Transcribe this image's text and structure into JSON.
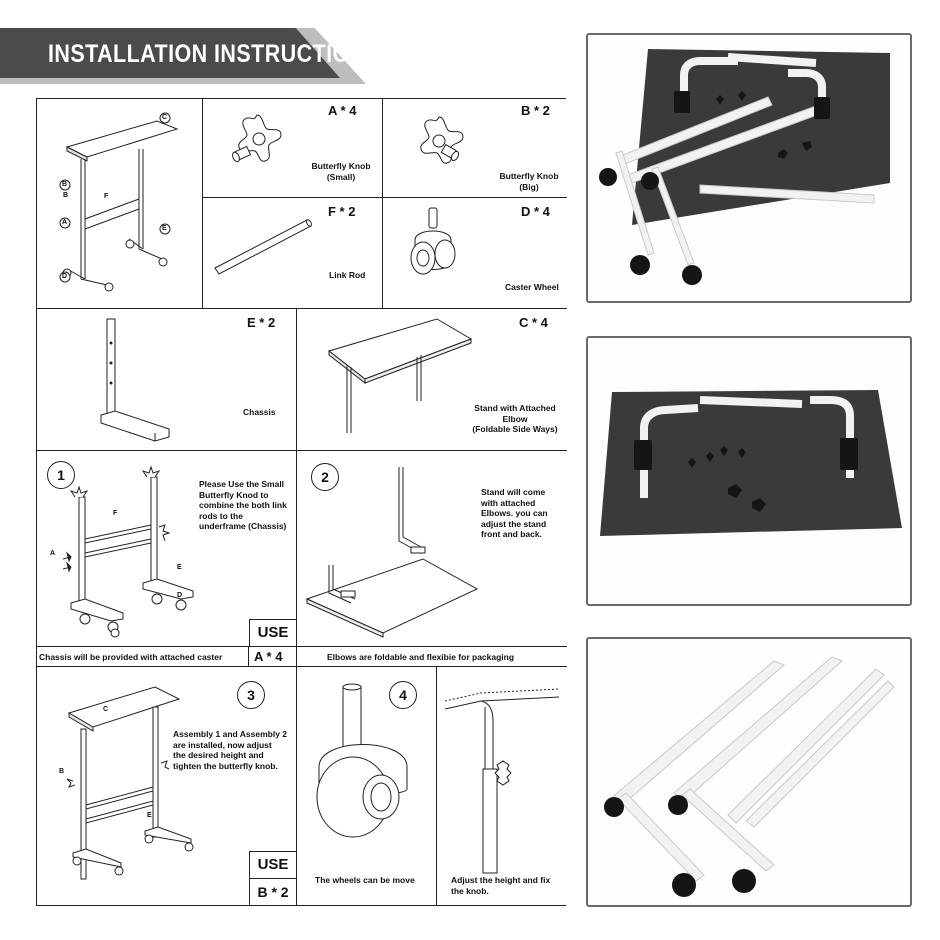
{
  "header": {
    "title": "INSTALLATION INSTRUCTION"
  },
  "parts": {
    "overview_labels": [
      "C",
      "B",
      "B",
      "F",
      "A",
      "E",
      "D"
    ],
    "a": {
      "code": "A * 4",
      "name": "Butterfly Knob\n(Small)"
    },
    "b": {
      "code": "B * 2",
      "name": "Butterfly Knob\n(Big)"
    },
    "f": {
      "code": "F * 2",
      "name": "Link Rod"
    },
    "d": {
      "code": "D * 4",
      "name": "Caster Wheel"
    },
    "e": {
      "code": "E * 2",
      "name": "Chassis"
    },
    "c": {
      "code": "C * 4",
      "name": "Stand with Attached\nElbow\n(Foldable Side Ways)"
    }
  },
  "steps": {
    "s1": {
      "number": "1",
      "text": "Please Use the Small\nButterfly Knod to\ncombine the both link\nrods to the\nunderframe (Chassis)",
      "labels": [
        "A",
        "F",
        "E",
        "D"
      ],
      "use_label": "USE",
      "use_value": "A * 4",
      "caption": "Chassis will be provided with attached caster wheel"
    },
    "s2": {
      "number": "2",
      "text": "Stand will come\nwith attached\nElbows. you can\nadjust the stand\nfront and back.",
      "caption": "Elbows are foldable and flexibie for packaging"
    },
    "s3": {
      "number": "3",
      "text": "Assembly 1 and Assembly 2\nare installed, now adjust\nthe desired height and\ntighten the butterfly knob.",
      "labels": [
        "C",
        "B",
        "E"
      ],
      "use_label": "USE",
      "use_value": "B * 2"
    },
    "s4": {
      "number": "4",
      "caption_left": "The wheels can be move",
      "caption_right": "Adjust the height and fix\nthe knob."
    }
  },
  "colors": {
    "banner": "#4b4b4b",
    "board": "#3a3a3c",
    "tube": "#f2f2f4"
  }
}
